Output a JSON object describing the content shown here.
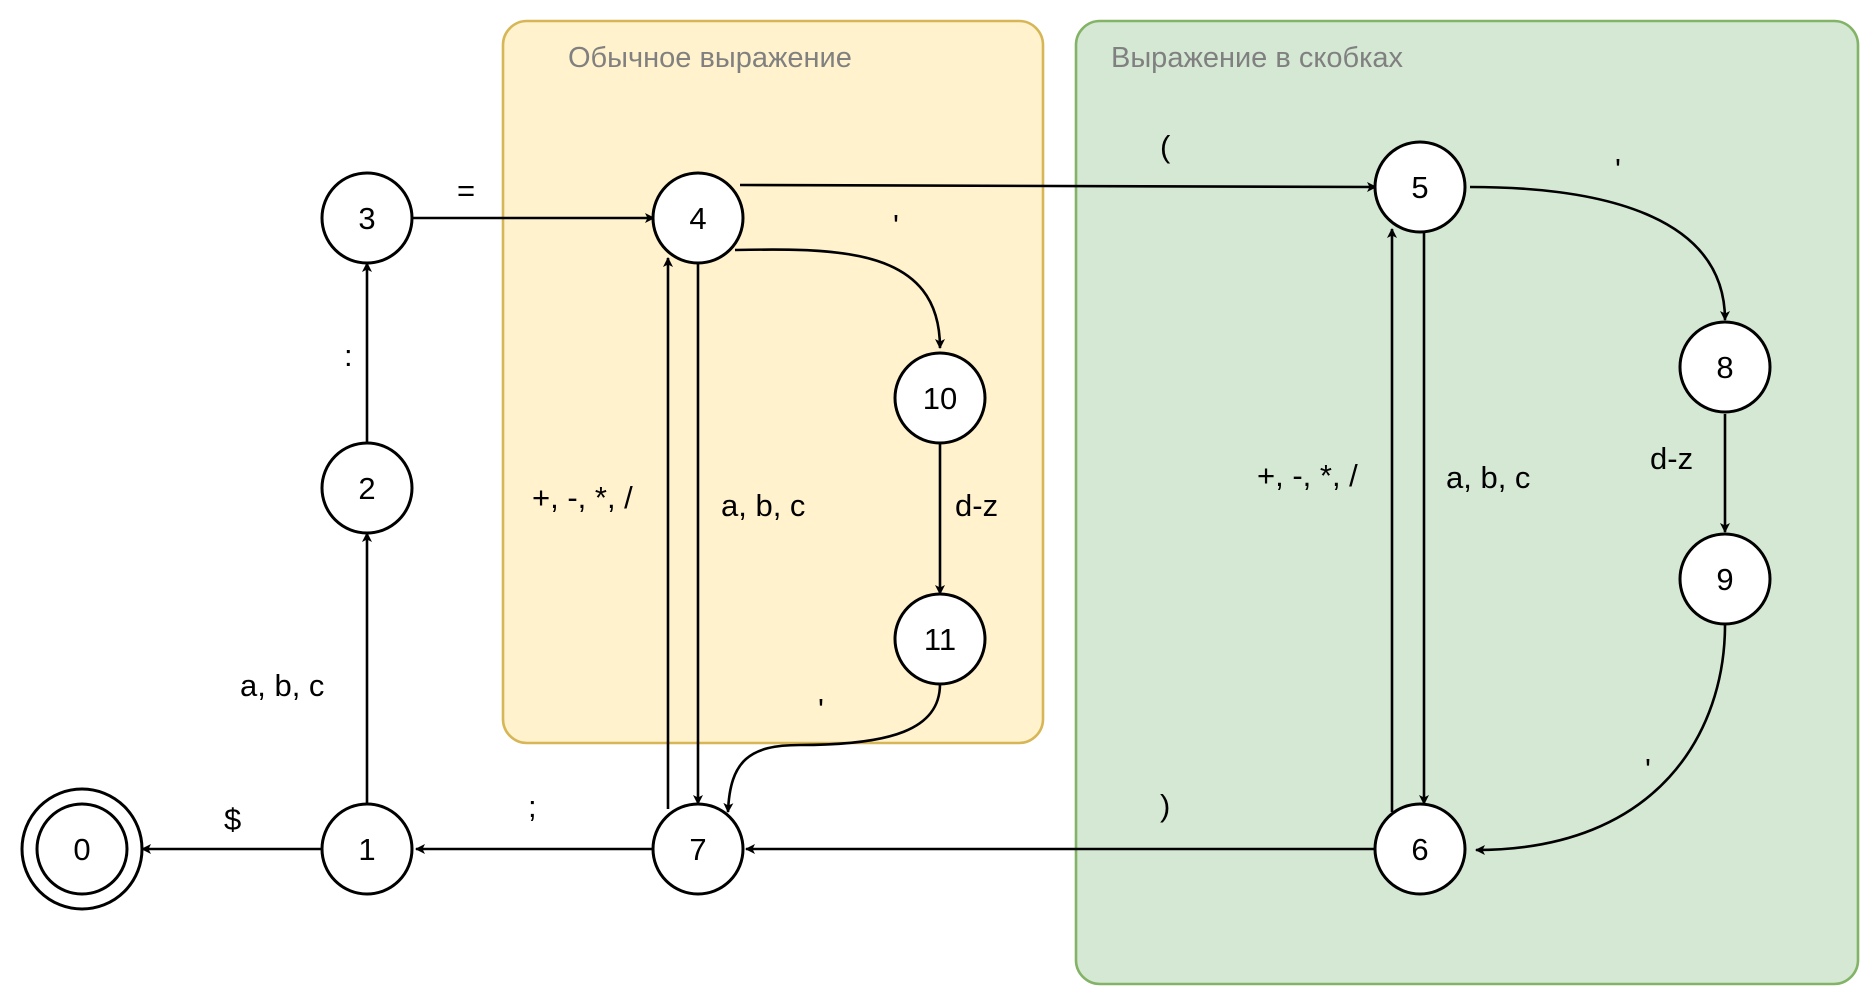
{
  "groups": {
    "normal": {
      "title": "Обычное выражение",
      "fill": "#fff2cc",
      "stroke": "#d6b656"
    },
    "brackets": {
      "title": "Выражение в скобках",
      "fill": "#d5e8d4",
      "stroke": "#82b366"
    }
  },
  "nodes": [
    {
      "id": "0",
      "label": "0",
      "accepting": true
    },
    {
      "id": "1",
      "label": "1"
    },
    {
      "id": "2",
      "label": "2"
    },
    {
      "id": "3",
      "label": "3"
    },
    {
      "id": "4",
      "label": "4"
    },
    {
      "id": "5",
      "label": "5"
    },
    {
      "id": "6",
      "label": "6"
    },
    {
      "id": "7",
      "label": "7"
    },
    {
      "id": "8",
      "label": "8"
    },
    {
      "id": "9",
      "label": "9"
    },
    {
      "id": "10",
      "label": "10"
    },
    {
      "id": "11",
      "label": "11"
    }
  ],
  "edges": [
    {
      "from": "1",
      "to": "0",
      "label": "$"
    },
    {
      "from": "1",
      "to": "2",
      "label": "a, b, c"
    },
    {
      "from": "2",
      "to": "3",
      "label": ":"
    },
    {
      "from": "3",
      "to": "4",
      "label": "="
    },
    {
      "from": "4",
      "to": "5",
      "label": "("
    },
    {
      "from": "4",
      "to": "10",
      "label": "'"
    },
    {
      "from": "4",
      "to": "7",
      "label": "a, b, c"
    },
    {
      "from": "7",
      "to": "4",
      "label": "+, -, *, /"
    },
    {
      "from": "10",
      "to": "11",
      "label": "d-z"
    },
    {
      "from": "11",
      "to": "7",
      "label": "'"
    },
    {
      "from": "7",
      "to": "1",
      "label": ";"
    },
    {
      "from": "5",
      "to": "8",
      "label": "'"
    },
    {
      "from": "8",
      "to": "9",
      "label": "d-z"
    },
    {
      "from": "9",
      "to": "6",
      "label": "'"
    },
    {
      "from": "5",
      "to": "6",
      "label": "a, b, c"
    },
    {
      "from": "6",
      "to": "5",
      "label": "+, -, *, /"
    },
    {
      "from": "6",
      "to": "7",
      "label": ")"
    }
  ]
}
